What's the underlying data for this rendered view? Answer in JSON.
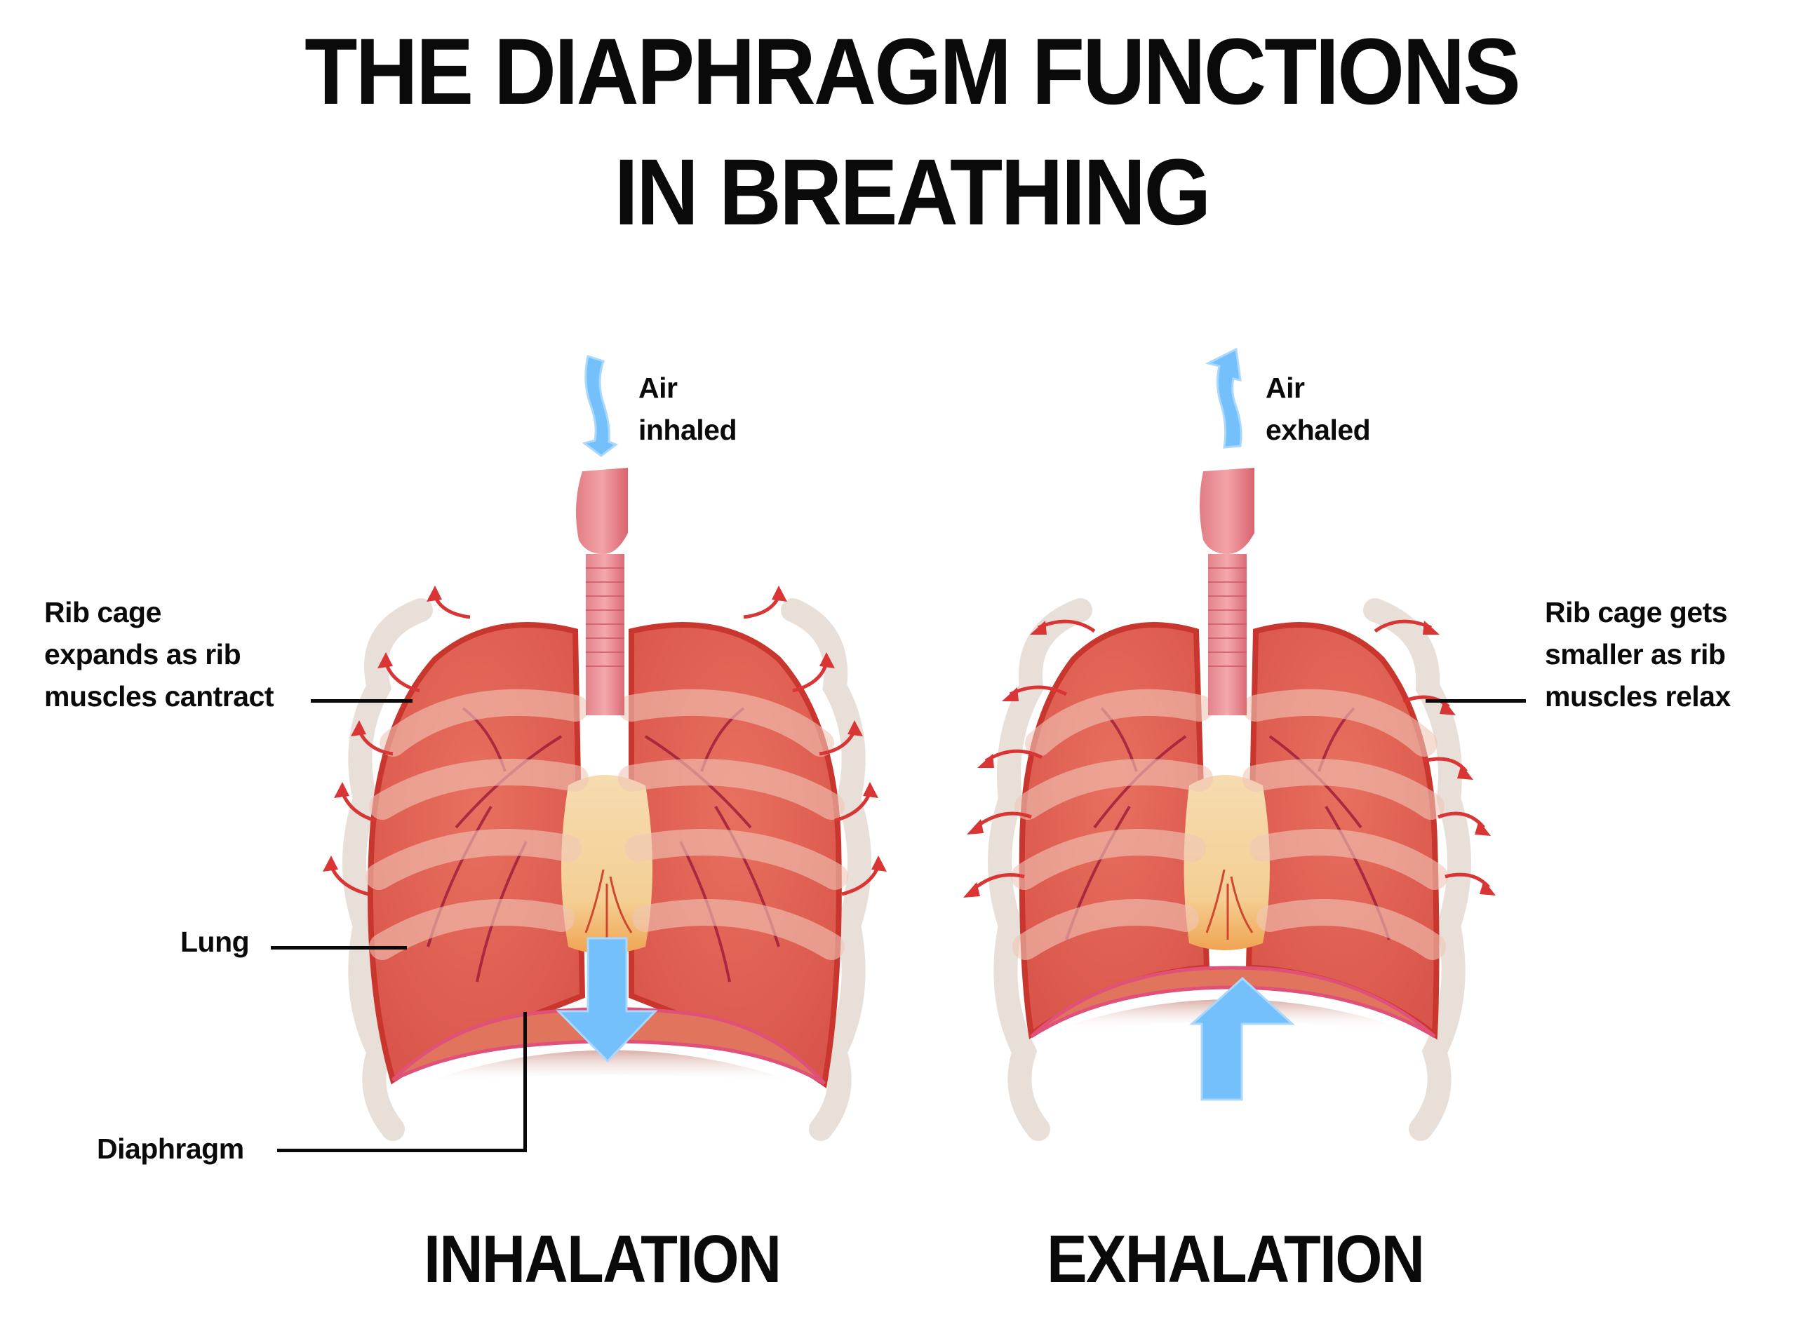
{
  "title": {
    "line1": "THE DIAPHRAGM FUNCTIONS",
    "line2": "IN BREATHING"
  },
  "inhalation": {
    "section_label": "INHALATION",
    "air_label": [
      "Air",
      "inhaled"
    ],
    "rib_label": [
      "Rib cage",
      "expands as rib",
      "muscles cantract"
    ],
    "lung_label": "Lung",
    "diaphragm_label": "Diaphragm",
    "air_arrow_icon": "wavy-arrow-down-icon",
    "diaphragm_arrow_icon": "arrow-down-icon",
    "rib_arrows_direction": "outward"
  },
  "exhalation": {
    "section_label": "EXHALATION",
    "air_label": [
      "Air",
      "exhaled"
    ],
    "rib_label": [
      "Rib cage gets",
      "smaller as rib",
      "muscles relax"
    ],
    "air_arrow_icon": "wavy-arrow-up-icon",
    "diaphragm_arrow_icon": "arrow-up-icon",
    "rib_arrows_direction": "inward"
  },
  "colors": {
    "text": "#0a0a0a",
    "air_arrow": "#74c0fb",
    "rib_arrow": "#d93535",
    "lung": "#e0614f",
    "lung_dark": "#c8362e",
    "vessel": "#9b1a3a",
    "bone": "#e6ddd6",
    "trachea": "#e27d85",
    "heart": "#f3d3a0",
    "diaphragm": "#e0745c"
  }
}
